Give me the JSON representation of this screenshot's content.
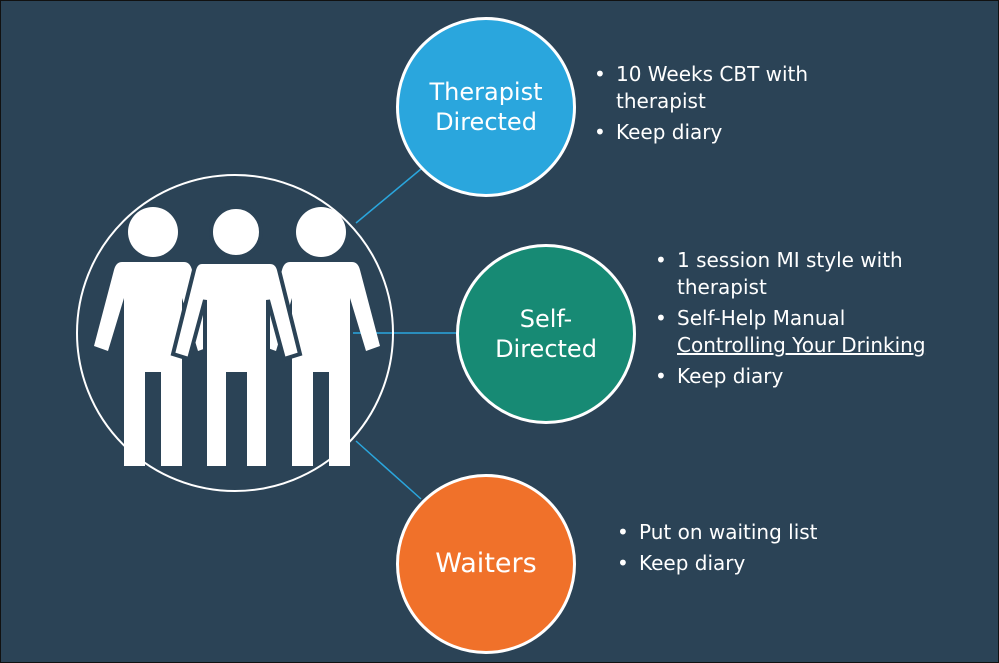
{
  "colors": {
    "background": "#2b4356",
    "therapist": "#2aa6dd",
    "self": "#178a74",
    "waiters": "#f0712a",
    "connector": "#2aa6dd"
  },
  "icons": {
    "group": "three-people-icon"
  },
  "nodes": {
    "therapist": {
      "label": "Therapist\nDirected",
      "bullets": [
        "10  Weeks CBT with therapist",
        "Keep diary"
      ]
    },
    "self": {
      "label": "Self-\nDirected",
      "bullets": {
        "b1": "1 session MI style with therapist",
        "b2_prefix": "Self-Help Manual ",
        "b2_title": "Controlling Your Drinking",
        "b3": "Keep diary"
      }
    },
    "waiters": {
      "label": "Waiters",
      "bullets": [
        "Put on waiting list",
        "Keep diary"
      ]
    }
  }
}
